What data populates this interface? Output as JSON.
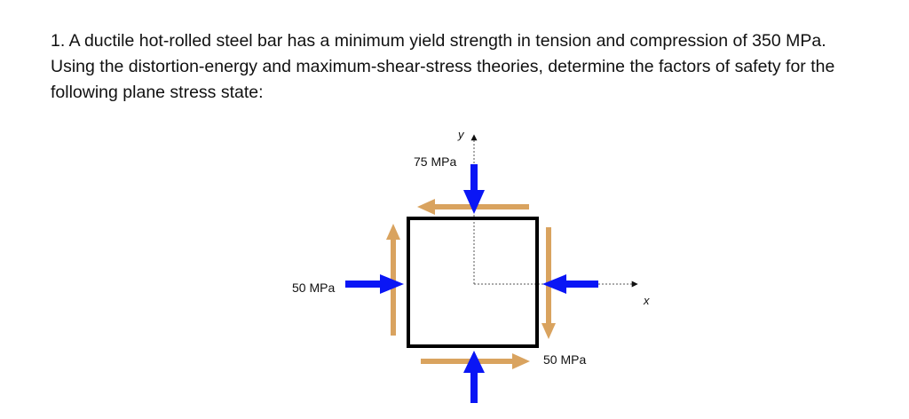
{
  "problem": {
    "text": "1. A ductile hot-rolled steel bar has a minimum yield strength in tension and compression of 350 MPa. Using the distortion-energy and maximum-shear-stress theories, determine the factors of safety for the following plane stress state:"
  },
  "diagram": {
    "axis_x_label": "x",
    "axis_y_label": "y",
    "sigma_y_label": "75 MPa",
    "sigma_x_label": "50 MPa",
    "tau_xy_label": "50 MPa",
    "colors": {
      "normal_stress_arrow": "#0a16f5",
      "shear_stress_arrow": "#d9a35f",
      "element_outline": "#000000",
      "axis_line": "#555555"
    }
  }
}
